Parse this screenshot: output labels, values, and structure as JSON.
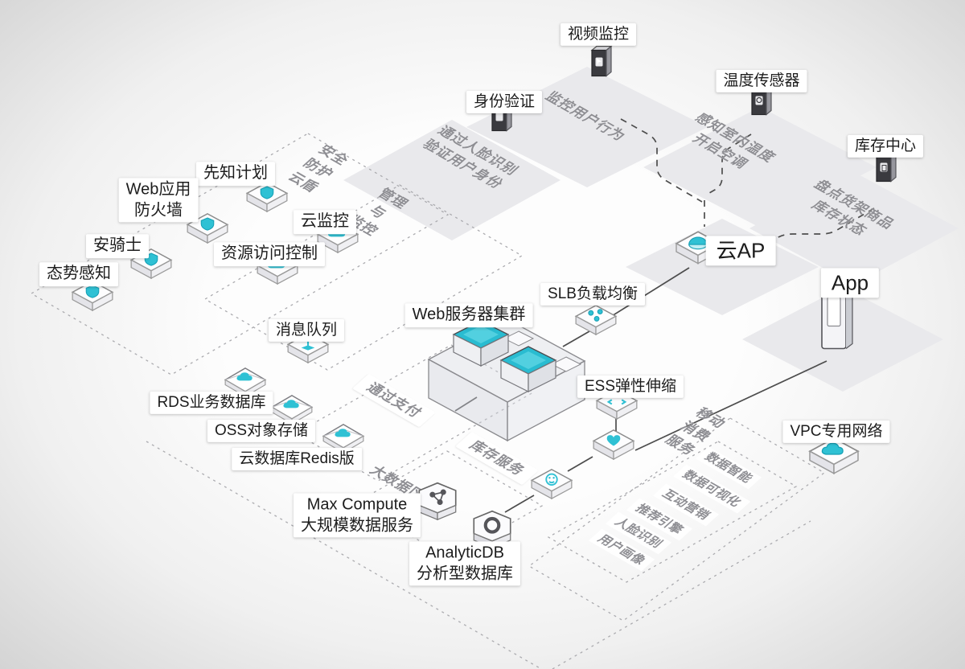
{
  "nodes": {
    "video": {
      "label": "视频监控"
    },
    "identity": {
      "label": "身份验证"
    },
    "temperature": {
      "label": "温度传感器"
    },
    "inventory": {
      "label": "库存中心"
    },
    "xianzhi": {
      "label": "先知计划"
    },
    "waf": {
      "label": "Web应用\n防火墙"
    },
    "anqishi": {
      "label": "安骑士"
    },
    "taishi": {
      "label": "态势感知"
    },
    "cloudmonitor": {
      "label": "云监控"
    },
    "ram": {
      "label": "资源访问控制"
    },
    "mq": {
      "label": "消息队列"
    },
    "webcluster": {
      "label": "Web服务器集群"
    },
    "slb": {
      "label": "SLB负载均衡"
    },
    "ess": {
      "label": "ESS弹性伸缩"
    },
    "rds": {
      "label": "RDS业务数据库"
    },
    "oss": {
      "label": "OSS对象存储"
    },
    "redis": {
      "label": "云数据库Redis版"
    },
    "maxcompute": {
      "label": "Max Compute\n大规模数据服务"
    },
    "analyticdb": {
      "label": "AnalyticDB\n分析型数据库"
    },
    "cloudap": {
      "label": "云AP"
    },
    "app": {
      "label": "App"
    },
    "vpc": {
      "label": "VPC专用网络"
    }
  },
  "floor_texts": {
    "monitor_behavior": "监控用户行为",
    "face_verify": "通过人脸识别\n验证用户身份",
    "temp_adjust": "感知室内温度\n开启空调",
    "inventory_status": "盘点货架商品\n库存状态",
    "security_zone": "安全\n防护\n云盾",
    "mgmt_zone": "管理\n与\n监控",
    "payment": "通过支付",
    "inventory_service": "库存服务",
    "bigdata_zone": "大数据区",
    "mobile_consume": "移动\n消费\n服务",
    "capabilities": [
      "数据智能",
      "数据可视化",
      "互动营销",
      "推荐引擎",
      "人脸识别",
      "用户画像"
    ]
  },
  "icons": {
    "video": "surveillance-camera-icon",
    "identity": "id-scanner-icon",
    "temperature": "temperature-sensor-icon",
    "inventory": "inventory-scanner-icon",
    "security_products": "shield-slab-icon",
    "cloudmonitor": "cloud-slab-icon",
    "ram": "cloud-slab-icon",
    "mq": "queue-slab-icon",
    "slb": "load-balancer-dots-icon",
    "ess": "elastic-scaling-icon",
    "member": "heart-slab-icon",
    "face": "face-recognition-icon",
    "storage": "envelope-storage-icon",
    "maxcompute": "hexagon-network-icon",
    "analyticdb": "hexagon-ring-icon",
    "cloudap": "wifi-dome-icon",
    "app": "smartphone-icon",
    "vpc": "network-slab-icon",
    "webcluster": "server-cluster-box-icon"
  },
  "colors": {
    "accent": "#2fc1d4",
    "accent_dark": "#17a0b5",
    "line": "#4d4d4d",
    "zone_fill": "#e9e9ec",
    "label_text": "#1c1c1c",
    "floor_text": "#8e8e93"
  }
}
